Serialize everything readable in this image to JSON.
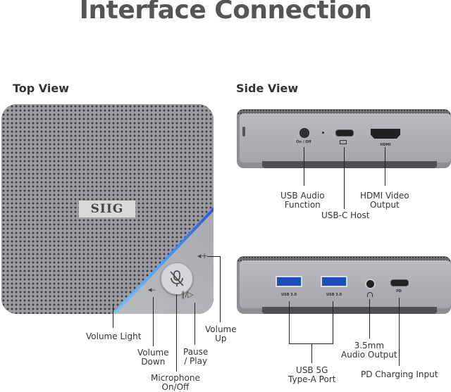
{
  "title": "Interface Connection",
  "top_view": {
    "heading": "Top View",
    "logo_text": "SIIG",
    "labels": {
      "volume_light": "Volume Light",
      "volume_down_1": "Volume",
      "volume_down_2": "Down",
      "microphone_1": "Microphone",
      "microphone_2": "On/Off",
      "pause_1": "Pause",
      "pause_2": "/ Play",
      "volume_up_1": "Volume",
      "volume_up_2": "Up"
    },
    "icons": {
      "volume_down": "◂–",
      "volume_up": "◂+",
      "play_pause": "∥/▷",
      "mic": "🎙"
    },
    "accent_color": "#3a8fff"
  },
  "side_view": {
    "heading": "Side View",
    "upper_device": {
      "on_off_port": "On / Off",
      "hdmi_port": "HDMI",
      "labels": {
        "usb_audio_1": "USB Audio",
        "usb_audio_2": "Function",
        "usbc_host": "USB-C Host",
        "hdmi_1": "HDMI Video",
        "hdmi_2": "Output"
      }
    },
    "lower_device": {
      "usb_port_1": "USB 3.0",
      "usb_port_2": "USB 3.0",
      "pd_port": "PD",
      "labels": {
        "usb5g_1": "USB 5G",
        "usb5g_2": "Type-A Port",
        "audio_1": "3.5mm",
        "audio_2": "Audio Output",
        "pd": "PD Charging Input"
      }
    }
  }
}
